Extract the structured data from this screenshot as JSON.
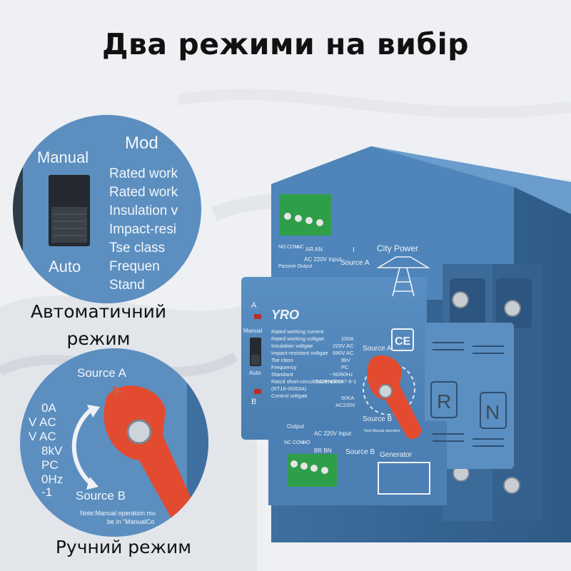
{
  "heading": "Два режими на вибір",
  "captions": {
    "auto_mode": "Автоматичний режим",
    "manual_mode": "Ручний режим"
  },
  "auto_zoom": {
    "manual": "Manual",
    "auto": "Auto",
    "model_partial": "Mod",
    "lines": [
      "Rated work",
      "Rated work",
      "Insulation v",
      "Impact-resi",
      "Tse class",
      "Frequen",
      "Stand"
    ]
  },
  "manual_zoom": {
    "source_a": "Source A",
    "source_b": "Source B",
    "values": [
      "0A",
      "V AC",
      "V AC",
      "8kV",
      "PC",
      "0Hz",
      "-1"
    ],
    "note": "Note:Manual operation mu",
    "note2": "be in \"ManualCo"
  },
  "device": {
    "brand": "YRO",
    "led_a": "A",
    "led_b": "B",
    "manual": "Manual",
    "auto": "Auto",
    "specs": [
      "Rated working current",
      "Rated working voltgae",
      "Insulation voltgae",
      "Impact-resistant voltgae",
      "Tse class",
      "Frequency",
      "Standard",
      "Ratcd short-circuit current limit",
      "(RT16-00/63A)",
      "Control voltgae"
    ],
    "spec_values": [
      "100A",
      "220V AC",
      "690V AC",
      "8kV",
      "PC",
      "~50/60Hz",
      "IEC/EN60947-6-1",
      "50KA",
      "AC220V"
    ],
    "source_a": "Source A",
    "source_b_partial": "Source B",
    "ce": "CE",
    "r": "R",
    "n": "N",
    "city_power": "City Power",
    "source_a_top": "Source A",
    "input_top": "AC 220V Input",
    "ar_an": "AR  AN",
    "passive_output": "Passive Output",
    "top_terms": [
      "NO",
      "COM",
      "NC"
    ],
    "roman_one": "I",
    "output_bottom": "Output",
    "input_bottom": "AC 220V Input",
    "bottom_terms": [
      "NC",
      "COM",
      "NO"
    ],
    "br_bn": "BR  BN",
    "source_b_bottom": "Source B",
    "generator": "Generator",
    "note": "Note:Manual operation"
  }
}
